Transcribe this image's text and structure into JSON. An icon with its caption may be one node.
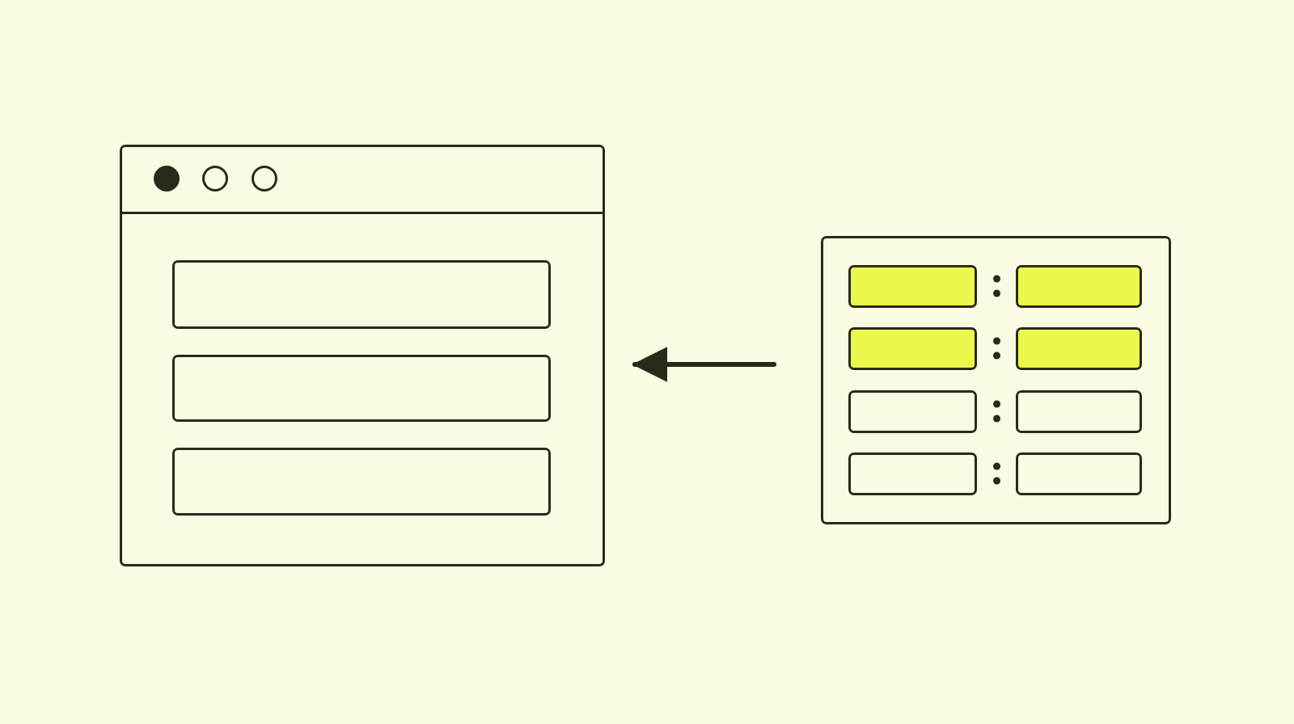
{
  "diagram": {
    "nodes": [
      {
        "text": [],
        "shape": "box"
      },
      {
        "text": [],
        "shape": "box",
        "in": 0
      },
      {
        "text": [],
        "shape": "box",
        "in": 0
      },
      {
        "text": [],
        "shape": "box",
        "in": 0
      },
      {
        "text": [],
        "shape": "box"
      },
      {
        "text": [],
        "shape": "box",
        "in": 4
      },
      {
        "text": [],
        "shape": "box",
        "in": 4
      },
      {
        "text": [],
        "shape": "box",
        "in": 4
      },
      {
        "text": [],
        "shape": "box",
        "in": 4
      },
      {
        "text": [],
        "shape": "box",
        "in": 4
      },
      {
        "text": [],
        "shape": "box",
        "in": 4
      },
      {
        "text": [],
        "shape": "box",
        "in": 4
      },
      {
        "text": [],
        "shape": "box",
        "in": 4
      }
    ],
    "edges": [
      {
        "from": 4,
        "to": 0,
        "arrow": "to"
      }
    ]
  }
}
